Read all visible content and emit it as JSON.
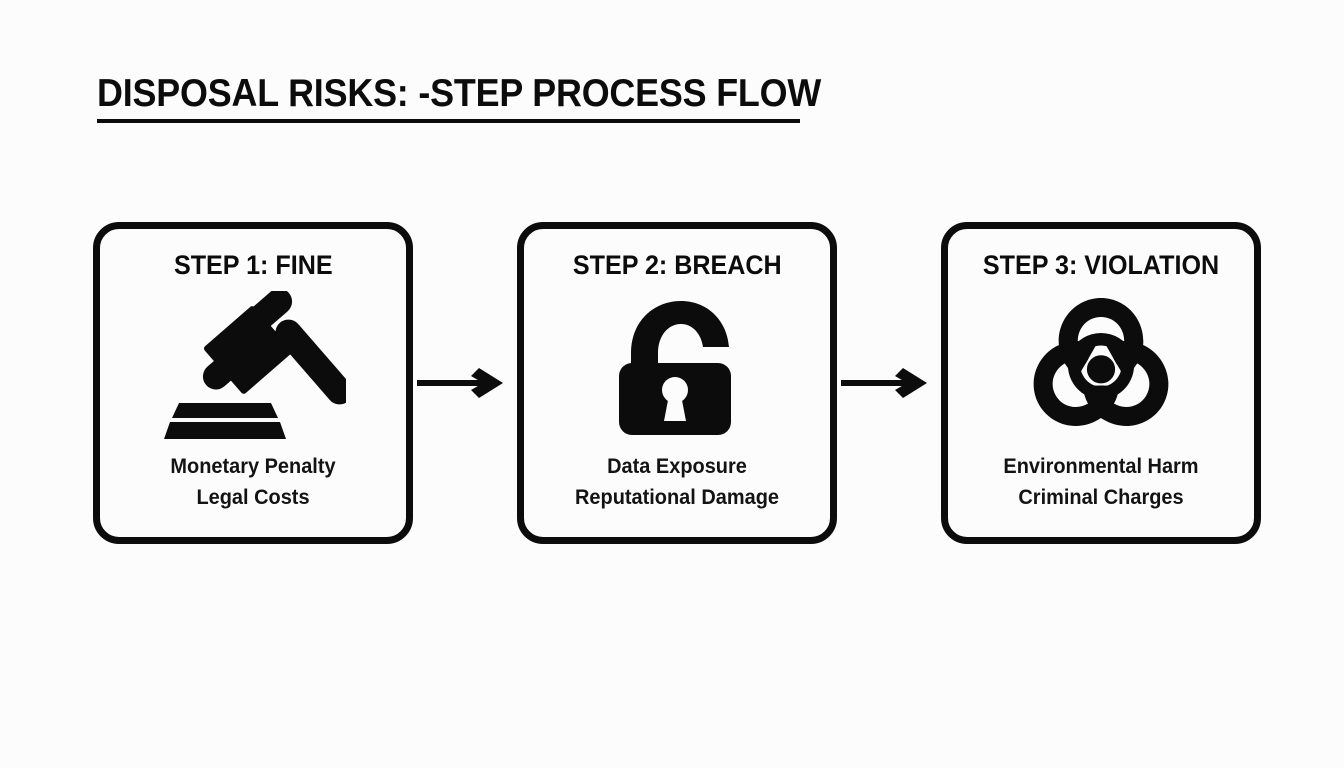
{
  "slide": {
    "background_color": "#fcfcfc",
    "ink_color": "#0c0c0c",
    "title": "DISPOSAL RISKS: -STEP PROCESS FLOW"
  },
  "flow": {
    "connector_icon": "arrow-right-icon",
    "steps": [
      {
        "title": "STEP 1: FINE",
        "icon": "gavel-icon",
        "lines": [
          "Monetary Penalty",
          "Legal Costs"
        ]
      },
      {
        "title": "STEP 2: BREACH",
        "icon": "open-padlock-icon",
        "lines": [
          "Data Exposure",
          "Reputational Damage"
        ]
      },
      {
        "title": "STEP 3: VIOLATION",
        "icon": "biohazard-icon",
        "lines": [
          "Environmental Harm",
          "Criminal Charges"
        ]
      }
    ]
  }
}
